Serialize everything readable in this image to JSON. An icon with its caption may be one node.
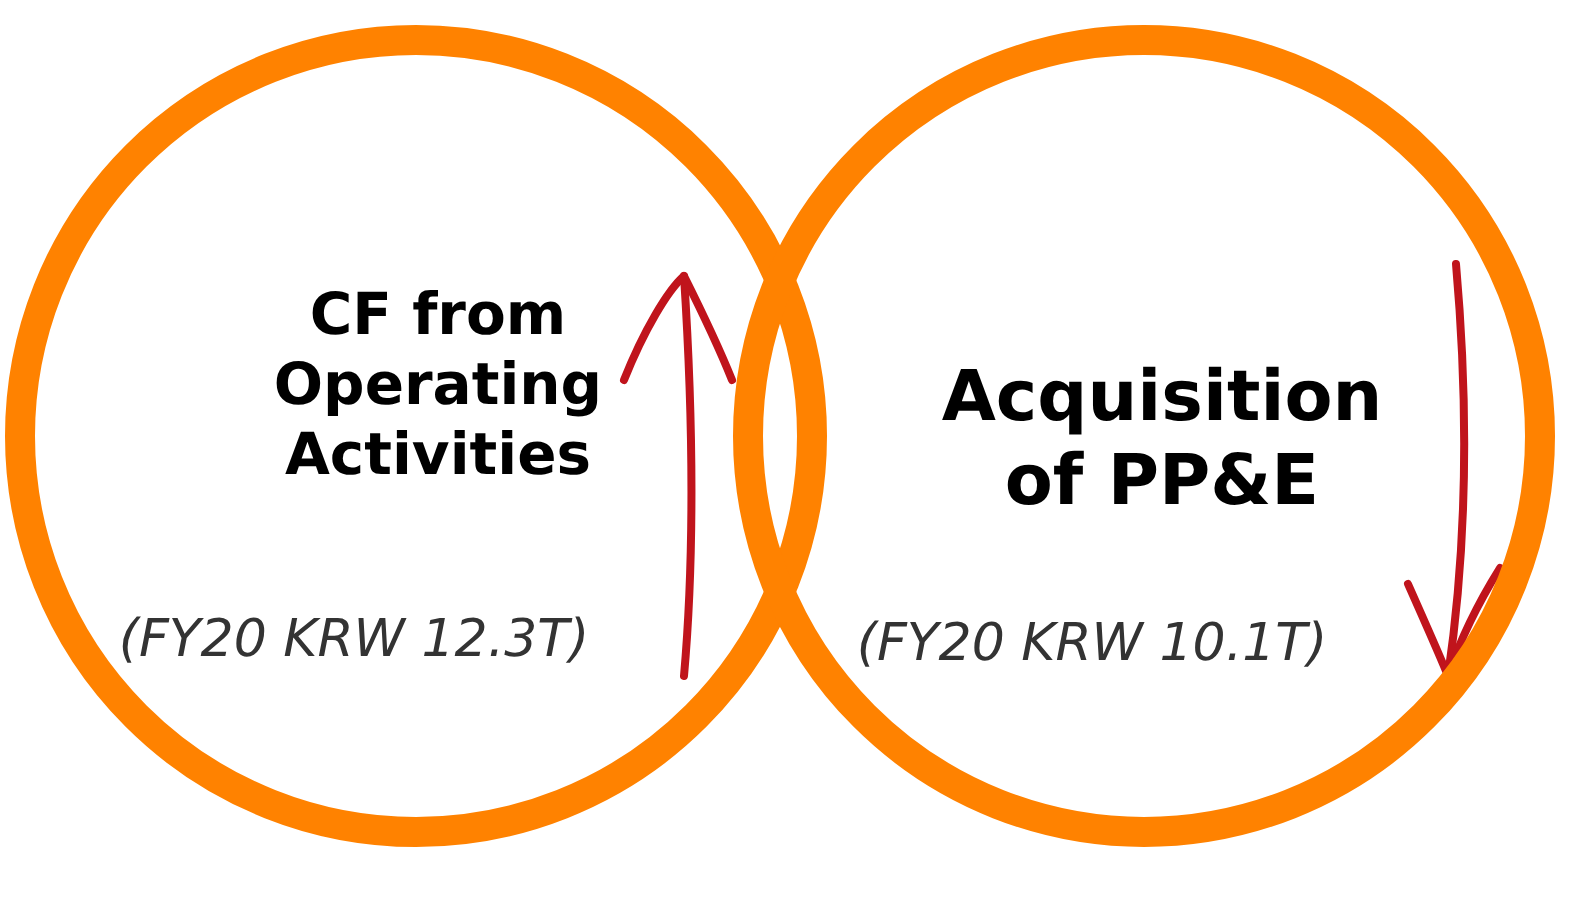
{
  "diagram": {
    "nodes": [
      {
        "text": [
          "CF from Operating Activities",
          "(FY20 KRW 12.3T)"
        ]
      },
      {
        "text": [
          "Acquisition of PP&E",
          "(FY20 KRW 10.1T)"
        ]
      }
    ]
  }
}
